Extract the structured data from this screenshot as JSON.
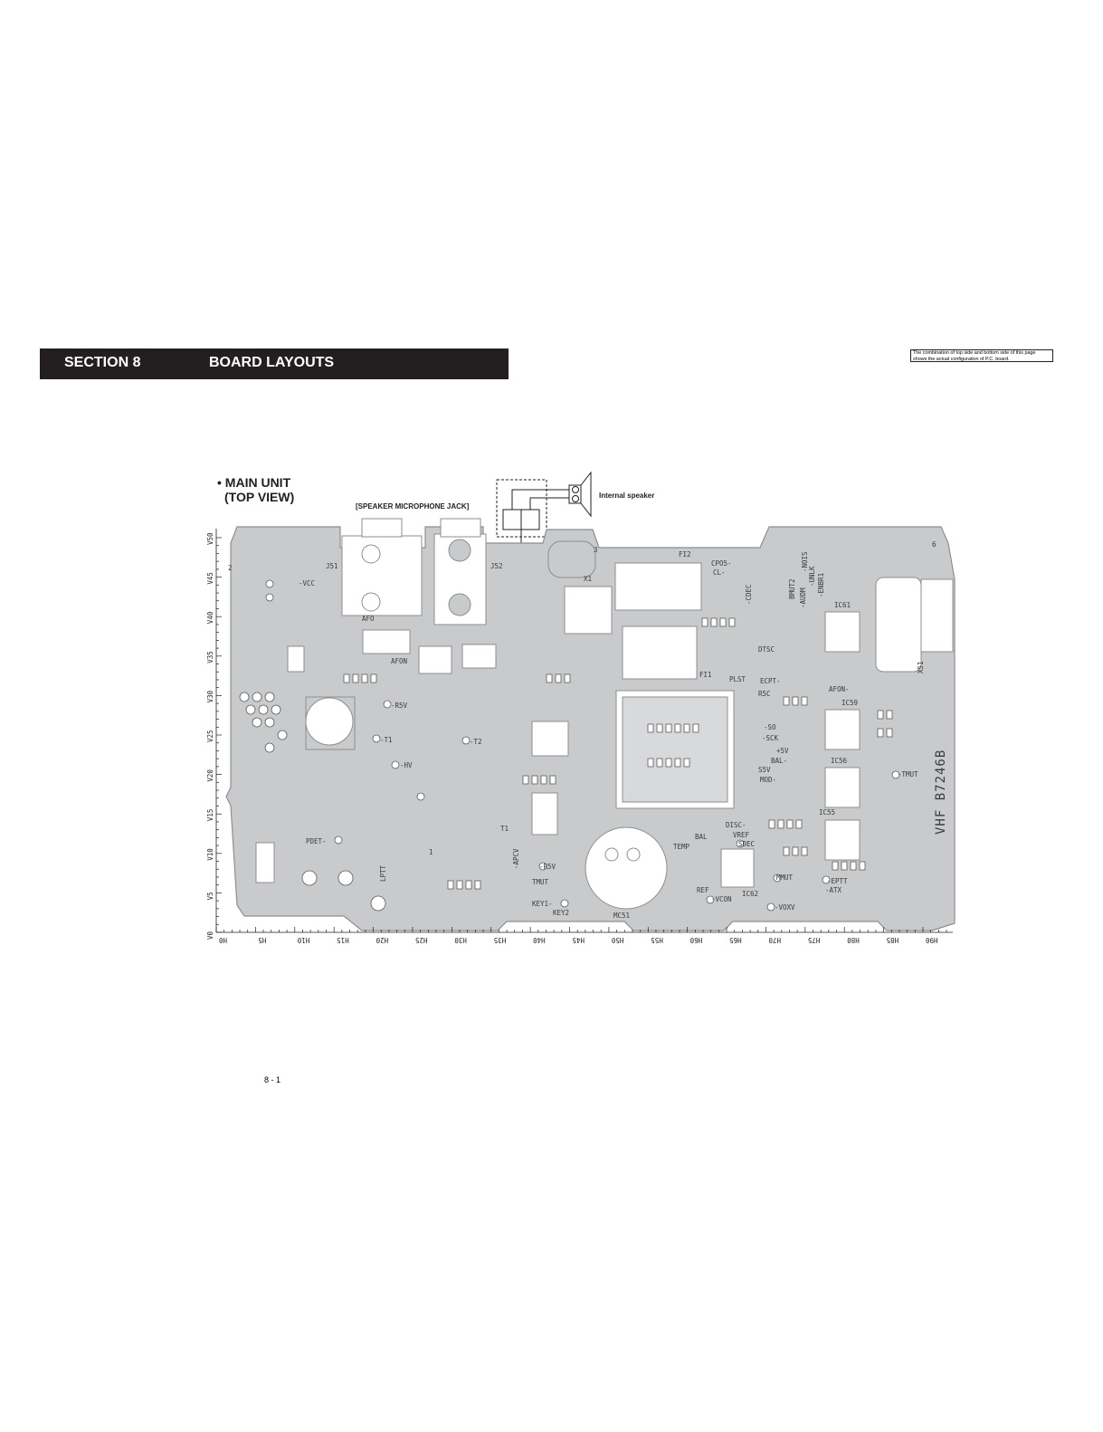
{
  "header": {
    "section": "SECTION 8",
    "title": "BOARD LAYOUTS",
    "note": "The combination of top side and bottom side of this page shows the actual configuration of P.C. board."
  },
  "heading": {
    "line1": "• MAIN UNIT",
    "line2": "(TOP VIEW)"
  },
  "callouts": {
    "jack": "[SPEAKER MICROPHONE JACK]",
    "speaker": "Internal speaker",
    "pin2": "2",
    "pin1": "1"
  },
  "board": {
    "model": "VHF   B7246B",
    "v_labels": [
      "V0",
      "V5",
      "V10",
      "V15",
      "V20",
      "V25",
      "V30",
      "V35",
      "V40",
      "V45",
      "V50"
    ],
    "h_labels": [
      "H0",
      "H5",
      "H10",
      "H15",
      "H20",
      "H25",
      "H30",
      "H35",
      "H40",
      "H45",
      "H50",
      "H55",
      "H60",
      "H65",
      "H70",
      "H75",
      "H80",
      "H85",
      "H90"
    ],
    "labels": {
      "j51": "J51",
      "j52": "J52",
      "x1": "X1",
      "fi2": "FI2",
      "fi1": "FI1",
      "vcc": "-VCC",
      "afo": "AFO",
      "afon": "AFON",
      "r5v": "-R5V",
      "t1": "-T1",
      "t2": "-T2",
      "hv": "-HV",
      "pdet": "PDET-",
      "lptt": "LPTT",
      "t1b": "T1",
      "apcv": "-APCV",
      "r5v2": "-R5V",
      "tmut": "TMUT",
      "key1": "KEY1-",
      "key2": "KEY2",
      "mc51": "MC51",
      "temp": "TEMP",
      "bal": "BAL",
      "disc": "DISC-",
      "vref": "VREF",
      "sdec": "SDEC",
      "ref": "REF",
      "vcon": "-VCON",
      "ic62": "IC62",
      "mmut": "MMUT",
      "eptt": "-EPTT",
      "atx": "-ATX",
      "voxv": "-VOXV",
      "cpo5": "CPO5-",
      "cl": "CL-",
      "cdec": "-CDEC",
      "dtsc": "DTSC",
      "plst": "PLST",
      "ecpt": "ECPT-",
      "r5c": "R5C",
      "so": "-SO",
      "sck": "-SCK",
      "p5v": "+5V",
      "bal2": "BAL-",
      "s5v": "S5V",
      "mod": "MOD-",
      "afon2": "AFON-",
      "ic59": "IC59",
      "ic56": "IC56",
      "ic55": "IC55",
      "ic61": "IC61",
      "tmut2": "-TMUT",
      "x51": "X51",
      "nois": "-NOIS",
      "unlk": "-UNLK",
      "audm": "-AUDM",
      "enbr1": "-ENBR1",
      "bmut": "BMUT2",
      "num2": "2",
      "num3": "3",
      "num6": "6",
      "num1": "1"
    }
  },
  "footer": {
    "page": "8 - 1"
  }
}
